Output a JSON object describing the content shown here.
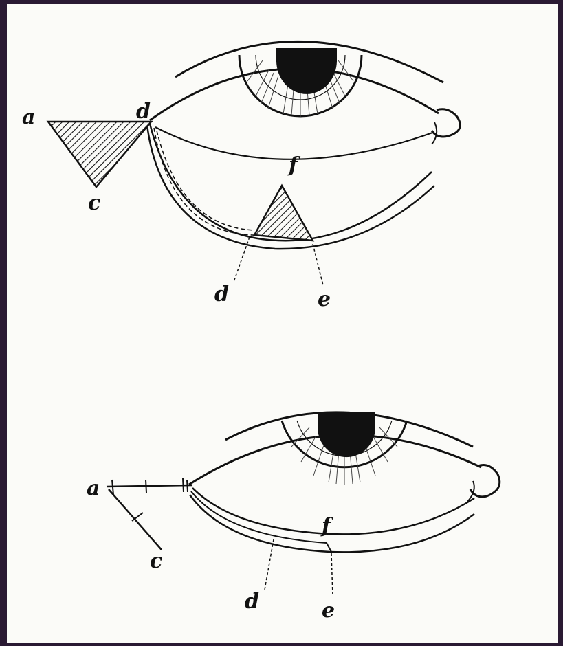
{
  "figure_top": {
    "labels": {
      "a": "a",
      "b": "d",
      "c": "c",
      "f": "f",
      "d": "d",
      "e": "e"
    }
  },
  "figure_bottom": {
    "labels": {
      "a": "a",
      "c": "c",
      "f": "f",
      "d": "d",
      "e": "e"
    }
  },
  "colors": {
    "frame": "#2a1a33",
    "paper": "#fbfbf8",
    "ink": "#111111"
  }
}
